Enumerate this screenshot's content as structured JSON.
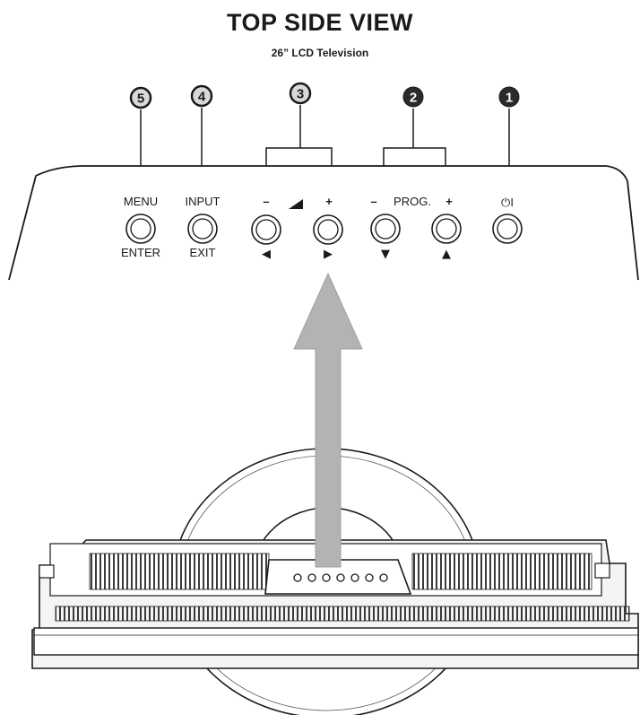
{
  "title": "TOP SIDE VIEW",
  "subtitle": "26” LCD Television",
  "callouts": {
    "c5": "5",
    "c4": "4",
    "c3": "3",
    "c2": "2",
    "c1": "1"
  },
  "buttons": {
    "menu": {
      "top": "MENU",
      "bottom": "ENTER"
    },
    "input": {
      "top": "INPUT",
      "bottom": "EXIT"
    },
    "vol_minus": {
      "top": "–",
      "bottom": "◀"
    },
    "vol_plus": {
      "top": "+",
      "bottom": "▶"
    },
    "prog_minus": {
      "top": "–",
      "bottom": "▼"
    },
    "prog_label": "PROG.",
    "prog_plus": {
      "top": "+",
      "bottom": "▲"
    },
    "power": {
      "top": "⏻I"
    }
  },
  "colors": {
    "outline": "#1a1a1a",
    "callout_dark": "#2b2b2b",
    "callout_light": "#d9d9d9",
    "arrow": "#b3b3b3",
    "panel": "#f4f4f4"
  },
  "icons": {
    "volume": "volume-wedge-icon",
    "arrow": "up-arrow-icon"
  }
}
